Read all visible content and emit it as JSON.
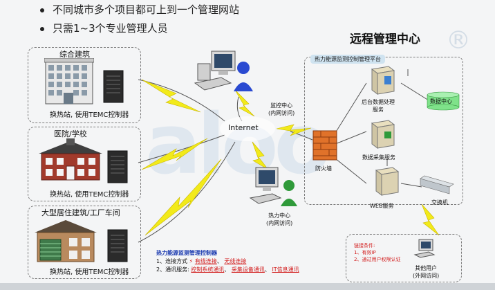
{
  "bullets": [
    "不同城市多个项目都可上到一个管理网站",
    "只需1~3个专业管理人员"
  ],
  "remote_center_title": "远程管理中心",
  "registered_mark": "®",
  "watermark_text": "aloo",
  "sites": [
    {
      "title": "综合建筑",
      "caption": "换热站, 使用TEMC控制器"
    },
    {
      "title": "医院/学校",
      "caption": "换热站, 使用TEMC控制器"
    },
    {
      "title": "大型居住建筑/工厂车间",
      "caption": "换热站, 使用TEMC控制器"
    }
  ],
  "internet_label": "Internet",
  "monitor_center": {
    "line1": "监控中心",
    "line2": "(内网访问)"
  },
  "heat_center": {
    "line1": "热力中心",
    "line2": "(内网访问)"
  },
  "firewall_label": "防火墙",
  "platform_label": "热力能源监测控制管理平台",
  "servers": {
    "db_line1": "后台数据处理",
    "db_line2": "服务",
    "collect": "数据采集服务",
    "web": "WEB服务",
    "datacenter": "数据中心",
    "switch": "交换机"
  },
  "remote_user": {
    "cond_title": "链接条件:",
    "cond1": "1、有效IP",
    "cond2": "2、通过用户权限认证",
    "line1": "其他用户",
    "line2": "(外网访问)"
  },
  "legend": {
    "title": "热力能源监测管理控制器",
    "row1_prefix": "1、连接方式",
    "row1_items": [
      "有线连接",
      "无线连接"
    ],
    "row2_prefix": "2、通讯服务:",
    "row2_items": [
      "控制系统通讯",
      "采集设备通讯",
      "IT信息通讯"
    ]
  },
  "colors": {
    "lightning": "#f2ea1a",
    "accent_red": "#d21c1c",
    "platform_bg": "#cfe3f0"
  }
}
